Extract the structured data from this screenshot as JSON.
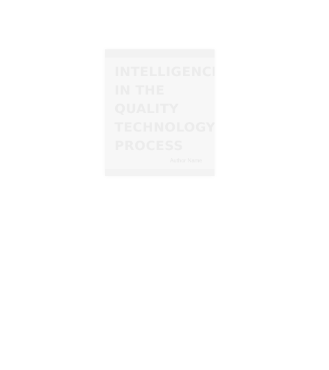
{
  "book": {
    "title_lines": [
      "Intelligence",
      "in the",
      "Quality",
      "Technology",
      "Process"
    ],
    "author": "Author Name"
  },
  "colors": {
    "background": "#ffffff",
    "cover": "#f7f7f7",
    "cover_text": "#ececec"
  }
}
